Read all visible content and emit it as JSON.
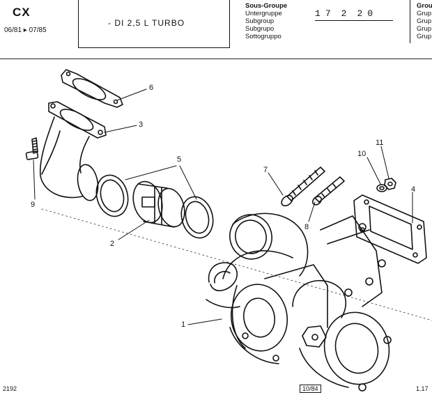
{
  "header": {
    "model": "CX",
    "date_range": "06/81 ▸ 07/85",
    "engine": "- DI 2,5 L TURBO",
    "subgroup_labels": [
      "Sous-Groupe",
      "Untergruppe",
      "Subgroup",
      "Subgrupo",
      "Sottogruppo"
    ],
    "subgroup_code": [
      "1",
      "7",
      "2",
      "2",
      "0"
    ],
    "group_labels": [
      "Grou",
      "Grup",
      "Grup",
      "Grup",
      "Grup"
    ]
  },
  "callouts": [
    {
      "id": "6",
      "label": "6"
    },
    {
      "id": "3",
      "label": "3"
    },
    {
      "id": "9",
      "label": "9"
    },
    {
      "id": "5",
      "label": "5"
    },
    {
      "id": "2",
      "label": "2"
    },
    {
      "id": "7",
      "label": "7"
    },
    {
      "id": "8",
      "label": "8"
    },
    {
      "id": "10",
      "label": "10"
    },
    {
      "id": "11",
      "label": "11"
    },
    {
      "id": "4",
      "label": "4"
    },
    {
      "id": "1",
      "label": "1"
    }
  ],
  "footer": {
    "left": "2192",
    "center": "10/84",
    "right": "1.17"
  }
}
